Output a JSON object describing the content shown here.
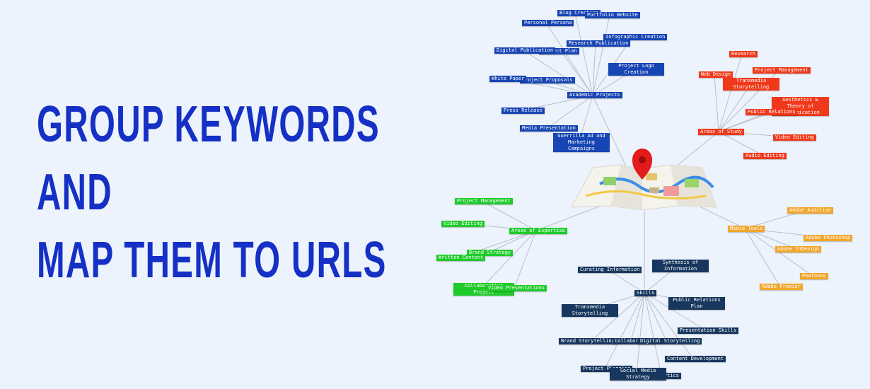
{
  "headline": [
    "GROUP KEYWORDS",
    "AND",
    "MAP THEM TO URLS"
  ],
  "colors": {
    "background": "#edf3fc",
    "headline": "#1530c4",
    "academic": "#1845b4",
    "study": "#f0391a",
    "expertise": "#1ecb2a",
    "tools": "#f2a62b",
    "skills": "#17375f"
  },
  "center_icon": "map-pin-icon",
  "branches": {
    "academic": {
      "hub": "Academic Projects",
      "nodes": [
        "Blog Creation",
        "Portfolio Website",
        "Personal Persona",
        "Infographic Creation",
        "Research Publication",
        "Digital Publication",
        "Project Plan",
        "Project Logo Creation",
        "White Paper",
        "Project Proposals",
        "Press Release",
        "Media Presentation",
        "Guerrilla Ad and Marketing Campaigns"
      ]
    },
    "study": {
      "hub": "Areas of Study",
      "nodes": [
        "Research",
        "Web Design",
        "Project Management",
        "Transmedia Storytelling",
        "Aesthetics & Theory of Communication",
        "Public Relations",
        "Video Editing",
        "Audio Editing"
      ]
    },
    "expertise": {
      "hub": "Areas of Expertise",
      "nodes": [
        "Project Management",
        "Video Editing",
        "Brand Strategy",
        "Written Content",
        "Collaborative Project",
        "Video Presentations"
      ]
    },
    "tools": {
      "hub": "Media Tools",
      "nodes": [
        "Adobe Audition",
        "Adobe Photoshop",
        "Adobe InDesign",
        "PowToons",
        "Adobe Premier"
      ]
    },
    "skills": {
      "hub": "Skills",
      "nodes": [
        "Curating Information",
        "Synthesis of Information",
        "Transmedia Storytelling",
        "Public Relations Plan",
        "Presentation Skills",
        "Brand Storytelling",
        "Collaboration",
        "Digital Storytelling",
        "Content Development",
        "Project Planning",
        "Social Media Strategy",
        "Analytics"
      ]
    }
  }
}
